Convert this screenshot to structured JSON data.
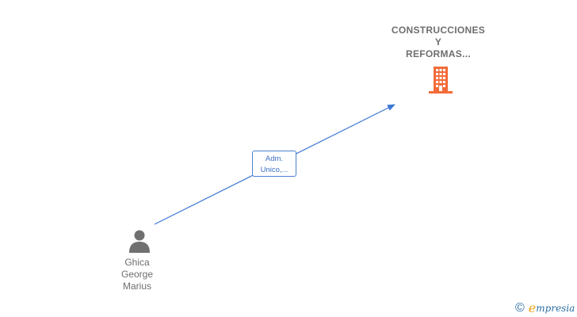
{
  "nodes": {
    "company": {
      "label": "CONSTRUCCIONES\nY\nREFORMAS...",
      "icon": "building-icon",
      "color": "#f26b38"
    },
    "person": {
      "label": "Ghica\nGeorge\nMarius",
      "icon": "person-icon",
      "color": "#707070"
    }
  },
  "edge": {
    "label": "Adm.\nUnico,...",
    "color": "#3b78d8"
  },
  "brand": {
    "copyright": "©",
    "initial": "e",
    "rest": "mpresia"
  }
}
